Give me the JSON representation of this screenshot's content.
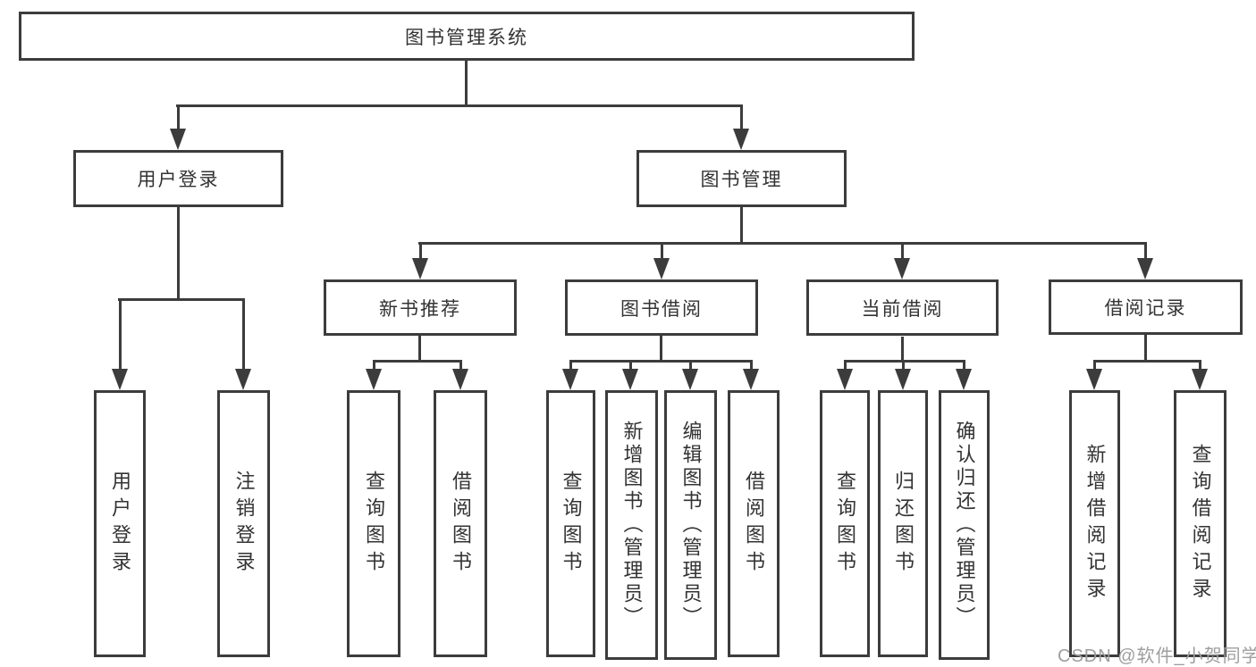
{
  "tree": {
    "root": "图书管理系统",
    "branches": [
      {
        "label": "用户登录",
        "children": [
          "用户登录",
          "注销登录"
        ]
      },
      {
        "label": "图书管理",
        "sections": [
          {
            "label": "新书推荐",
            "children": [
              "查询图书",
              "借阅图书"
            ]
          },
          {
            "label": "图书借阅",
            "children": [
              "查询图书",
              "新增图书（管理员）",
              "编辑图书（管理员）",
              "借阅图书"
            ]
          },
          {
            "label": "当前借阅",
            "children": [
              "查询图书",
              "归还图书",
              "确认归还（管理员）"
            ]
          },
          {
            "label": "借阅记录",
            "children": [
              "新增借阅记录",
              "查询借阅记录"
            ]
          }
        ]
      }
    ]
  },
  "watermark": {
    "text": "CSDN @软件_小贺同学"
  },
  "colors": {
    "line": "#3c3c3c",
    "text": "#333333",
    "watermark": "#9e9e9e",
    "background": "#ffffff"
  }
}
